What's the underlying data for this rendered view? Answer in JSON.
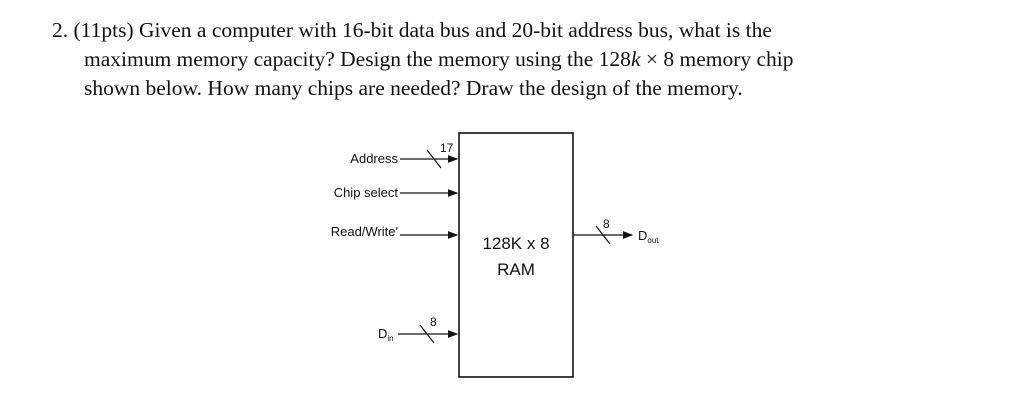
{
  "question": {
    "number": "2.",
    "line1": "(11pts) Given a computer with 16-bit data bus and 20-bit address bus, what is the",
    "line2_a": "maximum memory capacity? Design the memory using the 128",
    "line2_k": "k",
    "line2_b": " × 8 memory chip",
    "line3": "shown below. How many chips are needed? Draw the design of the memory."
  },
  "diagram": {
    "chip_label_line1": "128K x 8",
    "chip_label_line2": "RAM",
    "inputs": {
      "address": "Address",
      "address_width": "17",
      "chip_select": "Chip select",
      "read_write": "Read/Write'",
      "din_base": "D",
      "din_sub": "in",
      "din_width": "8"
    },
    "outputs": {
      "dout_base": "D",
      "dout_sub": "out",
      "dout_width": "8"
    }
  }
}
